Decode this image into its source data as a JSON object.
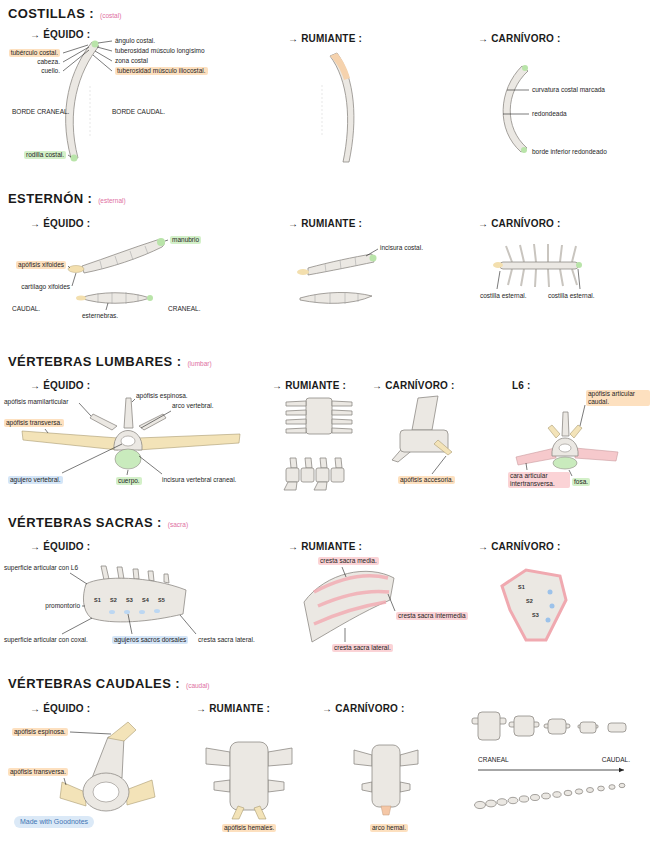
{
  "diagram": {
    "labels": [
      "COSTILLAS :",
      "(costal)",
      "→ ÉQUIDO :",
      "tubérculo costal.",
      "cabeza.",
      "cuello.",
      "ángulo costal.",
      "tuberosidad músculo longísimo",
      "zona costal",
      "tuberosidad músculo iliocostal.",
      "BORDE CRANEAL.",
      "BORDE CAUDAL.",
      "rodilla costal.",
      "→ RUMIANTE :",
      "→ CARNÍVORO :",
      "curvatura costal marcada",
      "redondeada",
      "borde inferior redondeado",
      "ESTERNÓN :",
      "(esternal)",
      "→ ÉQUIDO :",
      "manubrio",
      "apófisis xifoides",
      "cartílago xifoides",
      "CAUDAL.",
      "esternebras.",
      "CRANEAL.",
      "→ RUMIANTE :",
      "incisura costal.",
      "→ CARNÍVORO :",
      "costilla esternal.",
      "costilla esternal.",
      "VÉRTEBRAS LUMBARES :",
      "(lumbar)",
      "→ ÉQUIDO :",
      "apófisis mamilarticular",
      "apófisis espinosa.",
      "arco vertebral.",
      "apófisis transversa.",
      "agujero vertebral.",
      "cuerpo.",
      "incisura vertebral craneal.",
      "→ RUMIANTE :",
      "→ CARNÍVORO :",
      "apófisis accesoria.",
      "L6 :",
      "apófisis articular caudal.",
      "cara articular intertransversa.",
      "fosa.",
      "VÉRTEBRAS SACRAS :",
      "(sacra)",
      "→ ÉQUIDO :",
      "superficie articular con L6",
      "promontorio",
      "S1",
      "S2",
      "S3",
      "S4",
      "S5",
      "superficie articular con coxal.",
      "agujeros sacros dorsales",
      "cresta sacra lateral.",
      "→ RUMIANTE :",
      "cresta sacra media.",
      "cresta sacra intermedia",
      "cresta sacra lateral.",
      "→ CARNÍVORO :",
      "S1",
      "S2",
      "S3",
      "VÉRTEBRAS CAUDALES :",
      "(caudal)",
      "→ ÉQUIDO :",
      "apófisis espinosa.",
      "apófisis transversa.",
      "→ RUMIANTE :",
      "apófisis hemales.",
      "→ CARNÍVORO :",
      "arco hemal.",
      "CRANEAL",
      "CAUDAL.",
      "Made with Goodnotes"
    ]
  }
}
